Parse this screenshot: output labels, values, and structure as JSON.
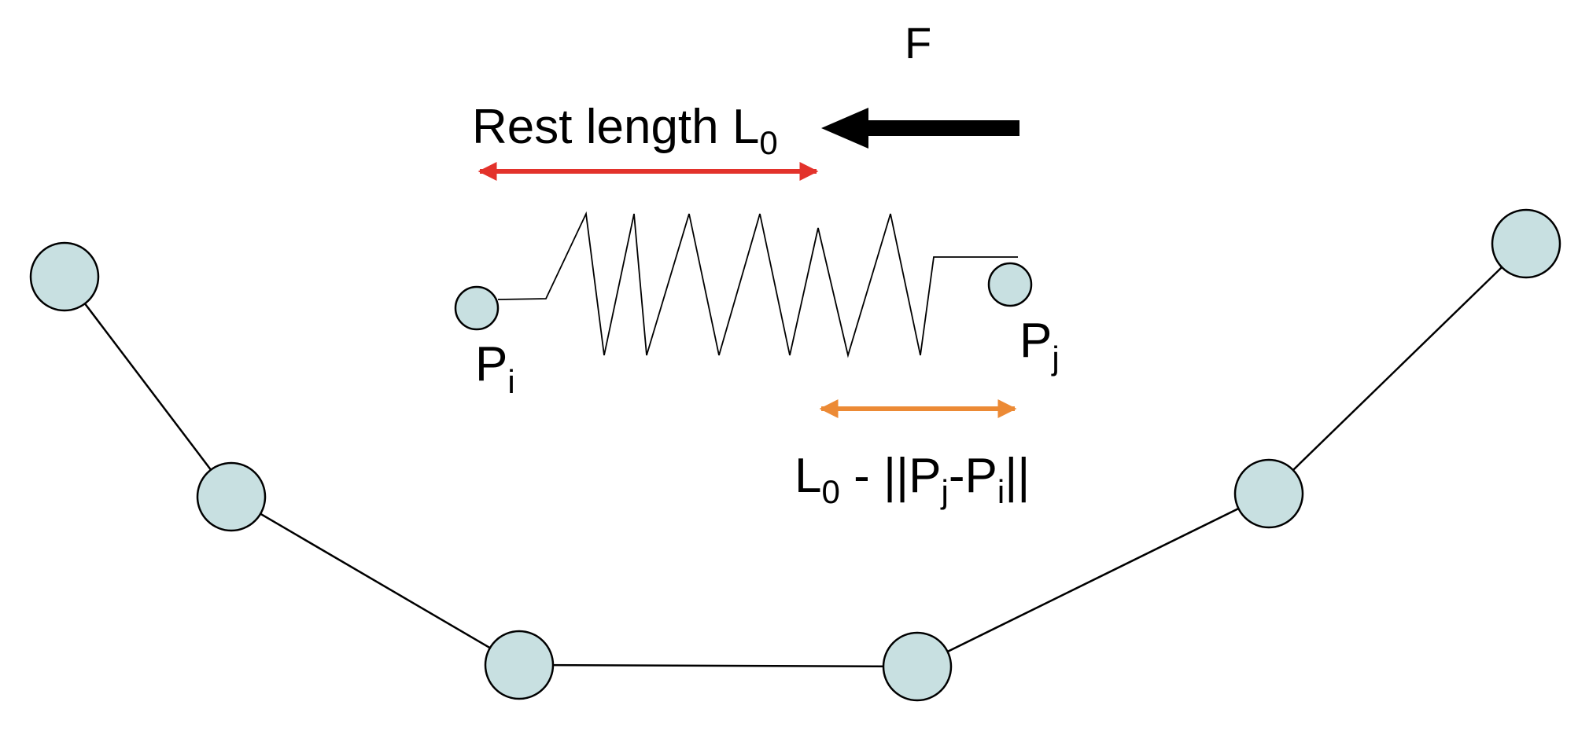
{
  "labels": {
    "force": "F",
    "rest_length": "Rest length L",
    "rest_length_sub": "0",
    "point_i": "P",
    "point_i_sub": "i",
    "point_j": "P",
    "point_j_sub": "j",
    "displacement": {
      "l": "L",
      "l_sub": "0",
      "mid": " - ||P",
      "pj_sub": "j",
      "dash": "-P",
      "pi_sub": "i",
      "tail": "||"
    }
  },
  "colors": {
    "node_fill": "#c8e0e1",
    "rest_length_arrow": "#e3322b",
    "displacement_arrow": "#ec8a35",
    "force_arrow": "#000000"
  }
}
